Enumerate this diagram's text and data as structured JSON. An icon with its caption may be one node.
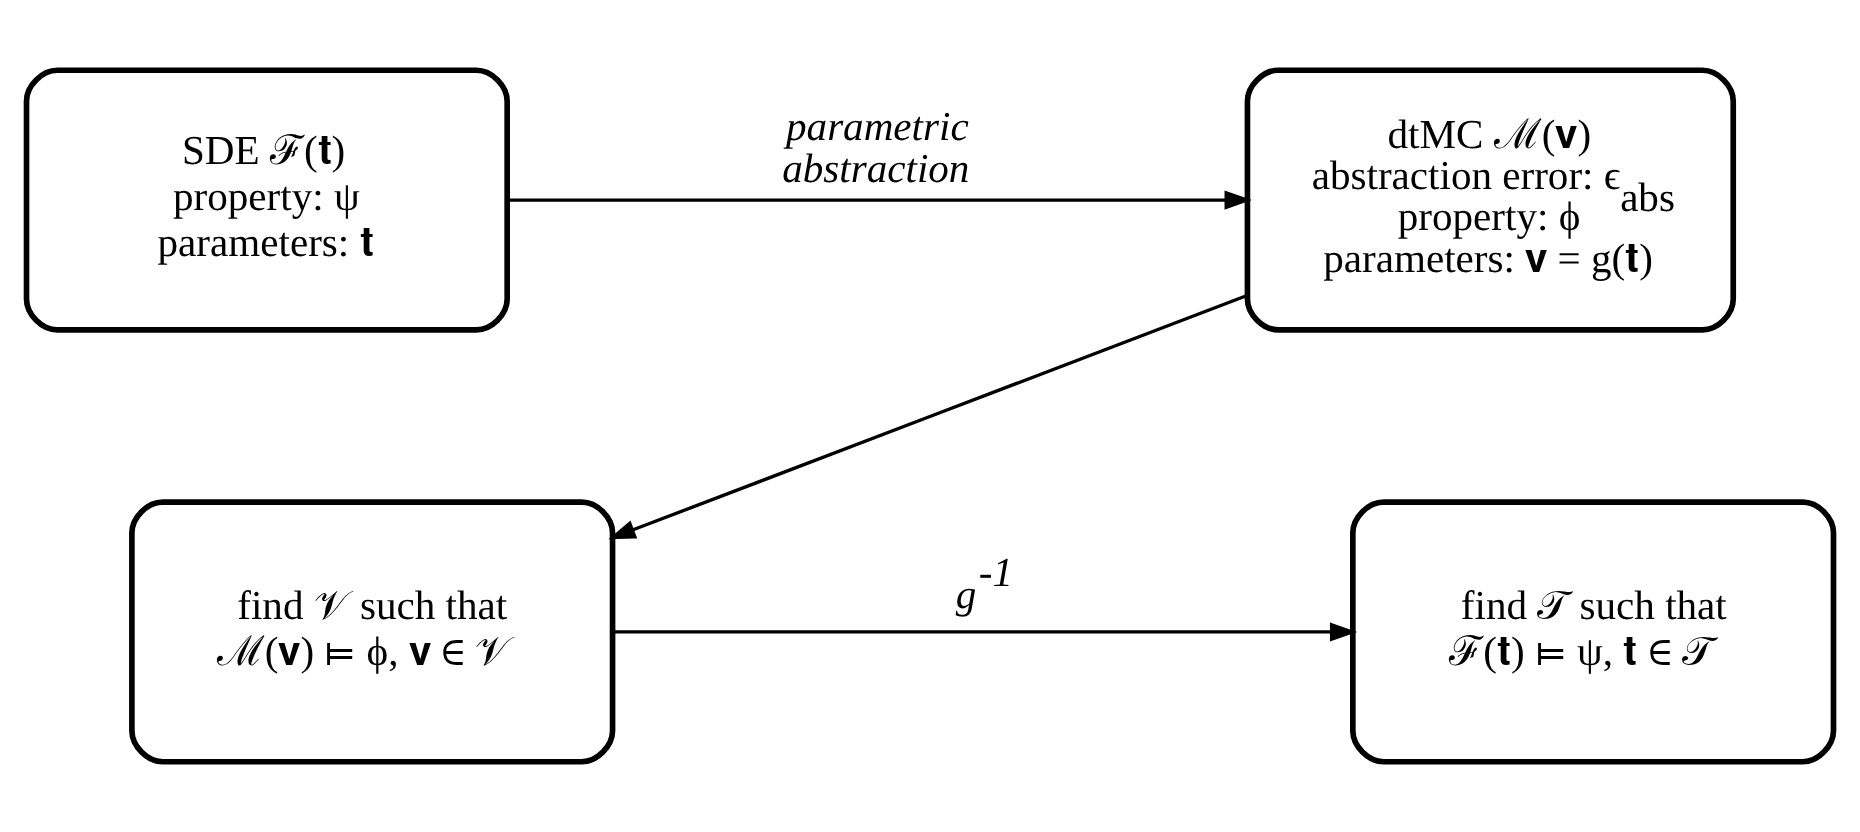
{
  "diagram": {
    "nodes": [
      {
        "text": [
          "SDE ℱ(𝐭)",
          "property: ψ",
          "parameters: 𝐭"
        ]
      },
      {
        "text": [
          "dtMC ℳ(𝐯)",
          "abstraction error: ϵ$_{abs}$",
          "property: ϕ",
          "parameters: 𝐯 = g(𝐭)"
        ]
      },
      {
        "text": [
          "find 𝒱 such that ℳ(𝐯) ⊨ ϕ, 𝐯 ∈ 𝒱"
        ]
      },
      {
        "text": [
          "find 𝒯 such that ℱ(𝐭) ⊨ ψ, 𝐭 ∈ 𝒯"
        ]
      }
    ],
    "edges": [
      {
        "from": 0,
        "to": 1,
        "arrow": "to",
        "label": "parametric abstraction"
      },
      {
        "from": 1,
        "to": 2,
        "arrow": "to"
      },
      {
        "from": 2,
        "to": 3,
        "arrow": "to",
        "label": "g$^{-1}$"
      }
    ]
  }
}
